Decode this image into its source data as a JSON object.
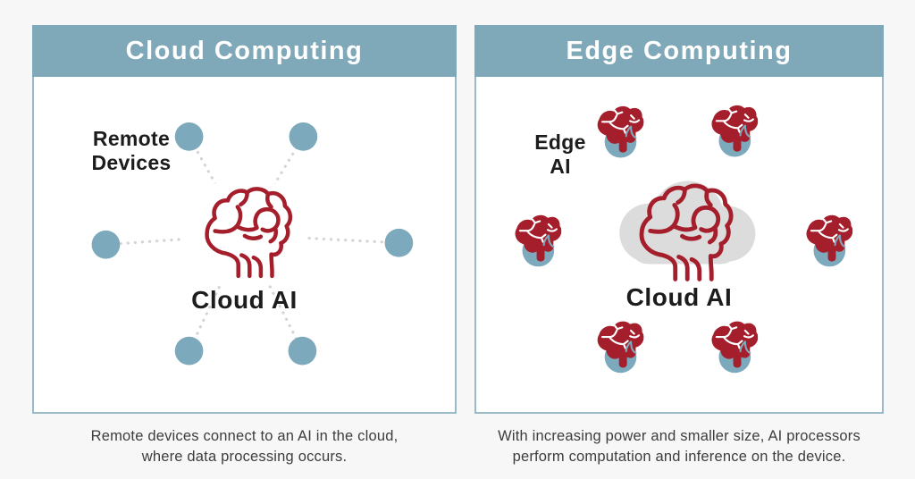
{
  "panels": {
    "cloud": {
      "title": "Cloud Computing",
      "side_label_lines": [
        "Remote",
        "Devices"
      ],
      "center_label": "Cloud AI",
      "caption_lines": [
        "Remote devices connect to an AI in the cloud,",
        "where data processing occurs."
      ]
    },
    "edge": {
      "title": "Edge Computing",
      "side_label_lines": [
        "Edge",
        "AI"
      ],
      "center_label": "Cloud AI",
      "caption_lines": [
        "With increasing power and smaller size, AI processors",
        "perform computation and inference on the device."
      ]
    }
  },
  "icons": {
    "central_brain": "brain-outline-icon",
    "edge_device": "brain-on-chip-icon",
    "remote_device": "device-dot-icon",
    "cloud": "cloud-icon",
    "connection": "dotted-connection-line"
  },
  "colors": {
    "background": "#f7f7f7",
    "panel_bg": "#ffffff",
    "header_teal": "#7fa8b8",
    "panel_border": "#9ab9c6",
    "device_dot": "#7da9bc",
    "brain_red": "#a51e2c",
    "cloud_gray": "#dcdcdc",
    "dotted_line": "#d4d4d4",
    "header_text": "#ffffff",
    "label_text": "#1c1c1c",
    "caption_text": "#3d3d3d"
  }
}
